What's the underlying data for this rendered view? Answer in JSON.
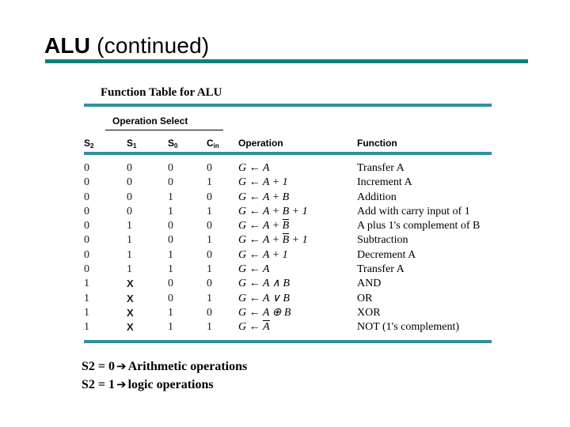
{
  "slide": {
    "title_bold": "ALU",
    "title_regular": " (continued)",
    "rule_color": "#10807b"
  },
  "figure": {
    "caption": "Function Table for ALU",
    "rule_color": "#2f8fa3",
    "group_header": "Operation Select",
    "columns": {
      "s2": "S",
      "s2_sub": "2",
      "s1": "S",
      "s1_sub": "1",
      "s0": "S",
      "s0_sub": "0",
      "cin": "C",
      "cin_sub": "in",
      "operation": "Operation",
      "function": "Function"
    },
    "rows": [
      {
        "s2": "0",
        "s1": "0",
        "s0": "0",
        "cin": "0",
        "operation": "G ← A",
        "function": "Transfer A"
      },
      {
        "s2": "0",
        "s1": "0",
        "s0": "0",
        "cin": "1",
        "operation": "G ← A + 1",
        "function": "Increment A"
      },
      {
        "s2": "0",
        "s1": "0",
        "s0": "1",
        "cin": "0",
        "operation": "G ← A + B",
        "function": "Addition"
      },
      {
        "s2": "0",
        "s1": "0",
        "s0": "1",
        "cin": "1",
        "operation": "G ← A + B + 1",
        "function": "Add with carry input of 1"
      },
      {
        "s2": "0",
        "s1": "1",
        "s0": "0",
        "cin": "0",
        "operation": "G ← A + B̅",
        "function": "A plus 1's complement of B"
      },
      {
        "s2": "0",
        "s1": "1",
        "s0": "0",
        "cin": "1",
        "operation": "G ← A + B̅ + 1",
        "function": "Subtraction"
      },
      {
        "s2": "0",
        "s1": "1",
        "s0": "1",
        "cin": "0",
        "operation": "G ← A + 1",
        "function": "Decrement A"
      },
      {
        "s2": "0",
        "s1": "1",
        "s0": "1",
        "cin": "1",
        "operation": "G ← A",
        "function": "Transfer A"
      },
      {
        "s2": "1",
        "s1": "X",
        "s0": "0",
        "cin": "0",
        "operation": "G ← A ∧ B",
        "function": "AND"
      },
      {
        "s2": "1",
        "s1": "X",
        "s0": "0",
        "cin": "1",
        "operation": "G ← A ∨ B",
        "function": "OR"
      },
      {
        "s2": "1",
        "s1": "X",
        "s0": "1",
        "cin": "0",
        "operation": "G ← A ⊕ B",
        "function": "XOR"
      },
      {
        "s2": "1",
        "s1": "X",
        "s0": "1",
        "cin": "1",
        "operation": "G ← A̅",
        "function": "NOT (1's complement)"
      }
    ]
  },
  "notes": {
    "line1_left": "S2 = 0",
    "line1_arrow": "➔",
    "line1_right": "Arithmetic operations",
    "line2_left": "S2 = 1",
    "line2_arrow": "➔",
    "line2_right": "logic operations"
  }
}
